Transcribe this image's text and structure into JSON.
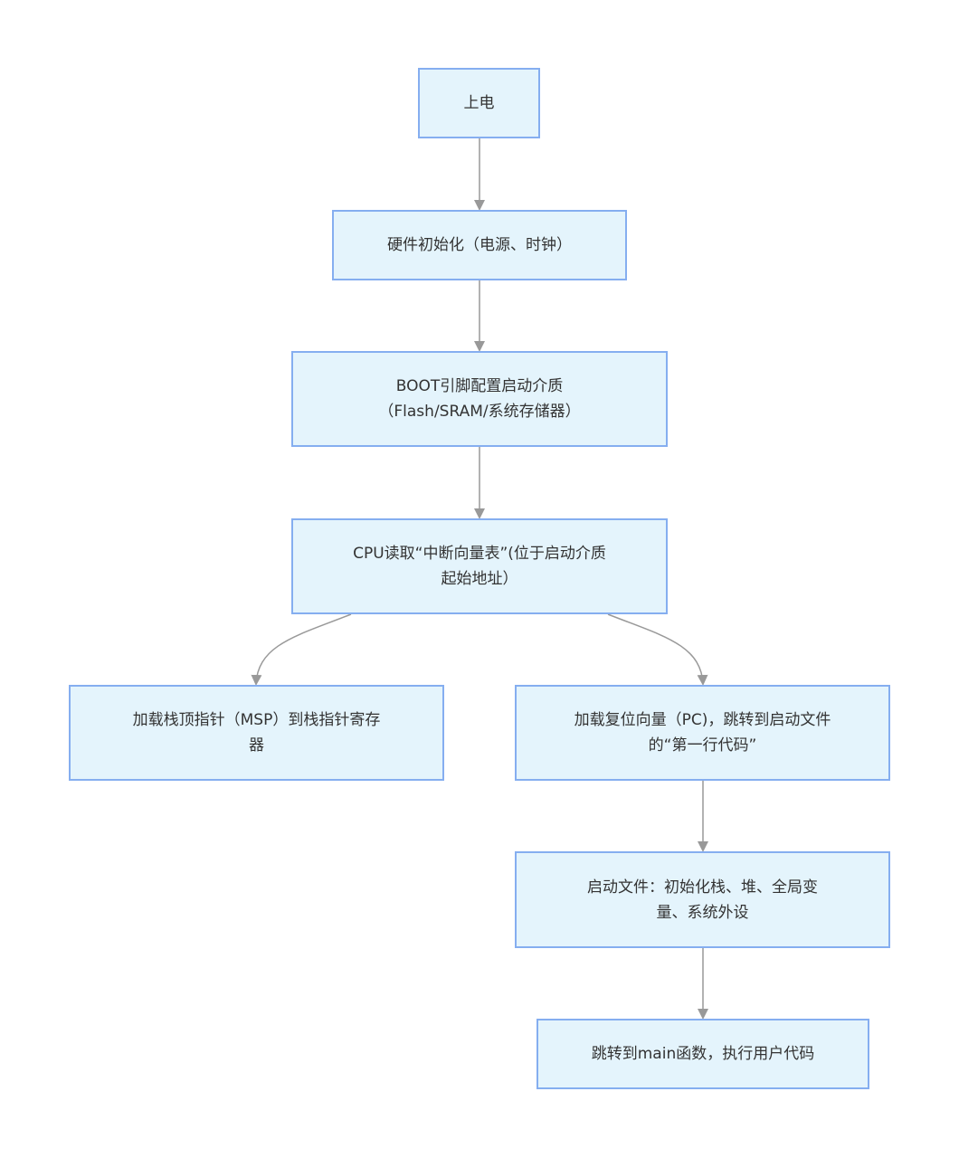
{
  "diagram": {
    "nodes": {
      "power_on": "上电",
      "hw_init": "硬件初始化（电源、时钟）",
      "boot_pins": {
        "line1": "BOOT引脚配置启动介质",
        "line2": "（Flash/SRAM/系统存储器）"
      },
      "read_vector": {
        "line1": "CPU读取“中断向量表”(位于启动介质",
        "line2": "起始地址）"
      },
      "load_msp": {
        "line1": "加载栈顶指针（MSP）到栈指针寄存",
        "line2": "器"
      },
      "load_pc": {
        "line1": "加载复位向量（PC)，跳转到启动文件",
        "line2": "的“第一行代码”"
      },
      "startup_init": {
        "line1": "启动文件：初始化栈、堆、全局变",
        "line2": "量、系统外设"
      },
      "jump_main": "跳转到main函数，执行用户代码"
    },
    "colors": {
      "node_fill": "#e4f4fc",
      "node_border": "#85aef0",
      "edge": "#999999",
      "text": "#333333"
    }
  }
}
